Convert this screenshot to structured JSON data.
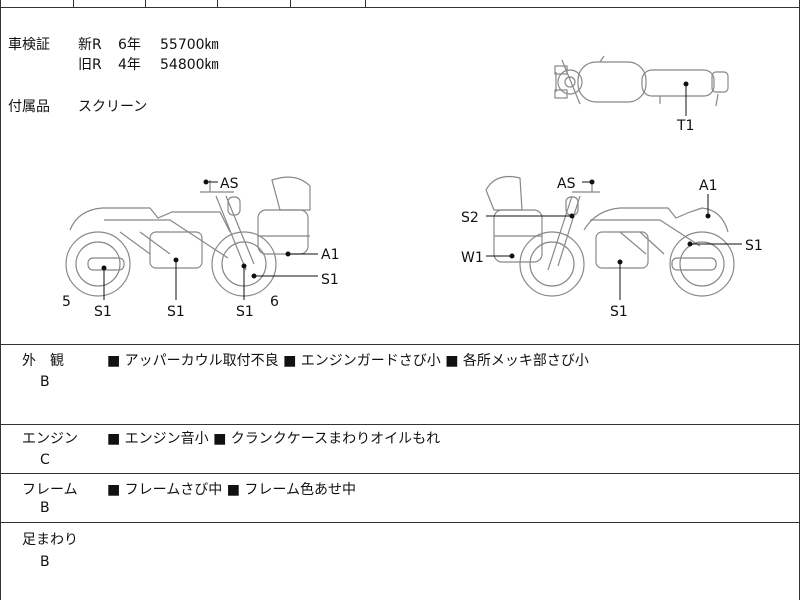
{
  "inspection": {
    "label": "車検証",
    "new_r": "新R",
    "new_years": "6年",
    "new_km": "55700㎞",
    "old_r": "旧R",
    "old_years": "4年",
    "old_km": "54800㎞"
  },
  "accessories": {
    "label": "付属品",
    "value": "スクリーン"
  },
  "diagram_marks": {
    "top_view": [
      "T1"
    ],
    "left_side": [
      "AS",
      "A1",
      "S1",
      "S1",
      "S1",
      "S1",
      "5",
      "6"
    ],
    "right_side": [
      "AS",
      "A1",
      "S2",
      "W1",
      "S1",
      "S1"
    ]
  },
  "sections": [
    {
      "name": "外　観",
      "grade": "B",
      "notes": "■ アッパーカウル取付不良 ■ エンジンガードさび小 ■ 各所メッキ部さび小"
    },
    {
      "name": "エンジン",
      "grade": "C",
      "notes": "■ エンジン音小 ■ クランクケースまわりオイルもれ"
    },
    {
      "name": "フレーム",
      "grade": "B",
      "notes": "■ フレームさび中 ■ フレーム色あせ中"
    },
    {
      "name": "足まわり",
      "grade": "B",
      "notes": ""
    }
  ]
}
